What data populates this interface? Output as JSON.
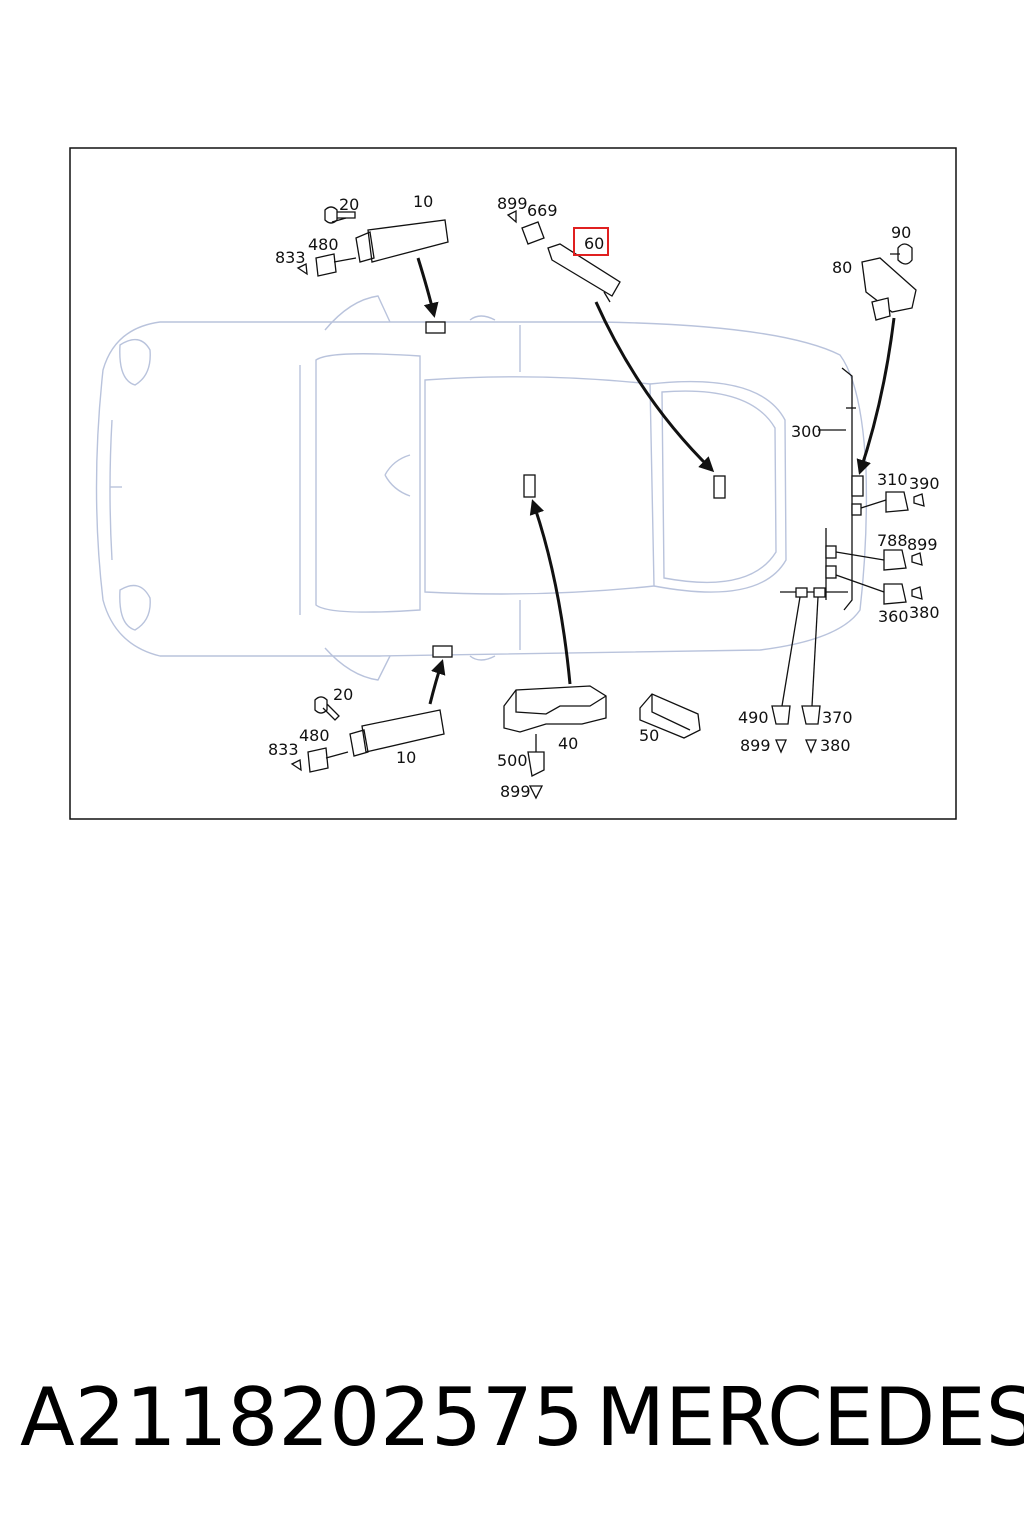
{
  "diagram": {
    "highlight_color": "#e02020",
    "labels": {
      "front_mirror": {
        "screw": "20",
        "module": "10",
        "connector": "480",
        "pin": "833"
      },
      "rear_mirror": {
        "screw": "20",
        "module": "10",
        "connector": "480",
        "pin": "833"
      },
      "antenna_module": {
        "pin": "899",
        "connector": "669",
        "module": "60"
      },
      "bracket": {
        "part": "80",
        "screw": "90"
      },
      "harness": {
        "main": "300",
        "c1": "310",
        "c1_pin": "390",
        "c2": "788",
        "c2_pin": "899",
        "c3": "360",
        "c3_pin": "380",
        "b1": "490",
        "b1_pin": "899",
        "b2": "370",
        "b2_pin": "380"
      },
      "control_unit": {
        "unit": "40",
        "connector": "500",
        "pin": "899"
      },
      "module_50": "50"
    }
  },
  "footer": {
    "part_number": "A2118202575",
    "brand": "MERCEDES"
  }
}
